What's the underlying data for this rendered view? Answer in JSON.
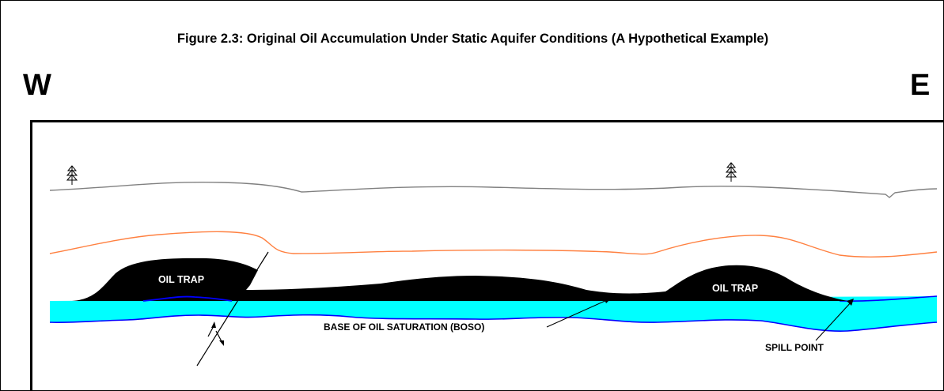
{
  "figure": {
    "title": "Figure 2.3: Original Oil Accumulation Under Static Aquifer Conditions (A Hypothetical Example)"
  },
  "compass": {
    "west": "W",
    "east": "E"
  },
  "labels": {
    "oil_trap_left": "OIL TRAP",
    "oil_trap_right": "OIL TRAP",
    "boso": "BASE OF OIL SATURATION (BOSO)",
    "spill_point": "SPILL POINT"
  },
  "colors": {
    "oil": "#000000",
    "water": "#00ffff",
    "water_base": "#0000ff",
    "surface": "#808080",
    "horizon": "#ff8040",
    "frame": "#000000"
  },
  "icons": [
    "tree-icon",
    "tree-icon",
    "fault-arrow-icon"
  ]
}
